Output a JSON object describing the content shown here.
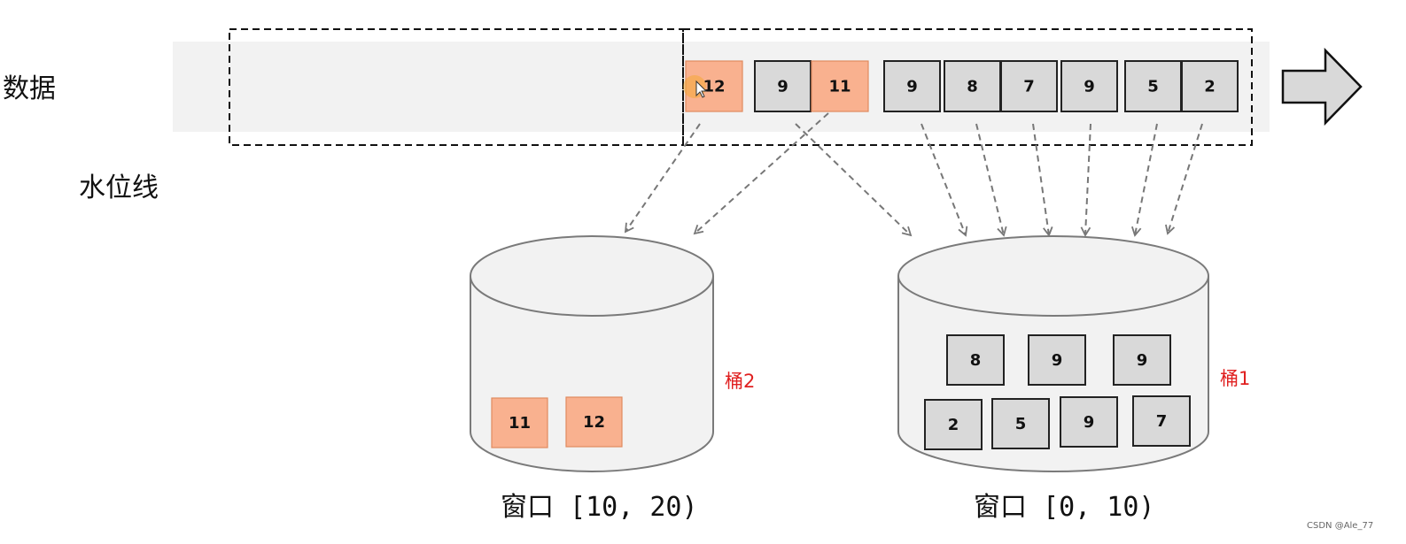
{
  "labels": {
    "data": "数据",
    "watermark_line": "水位线",
    "bucket2": "桶2",
    "bucket1": "桶1",
    "window2": "窗口 [10, 20)",
    "window1": "窗口 [0, 10)",
    "credit": "CSDN @Ale_77"
  },
  "colors": {
    "orange_fill": "#f9b18f",
    "orange_stroke": "#e08a5f",
    "gray_fill": "#d9d9d9",
    "box_stroke": "#222222",
    "stream_band": "#f2f2f2",
    "cylinder_fill": "#f2f2f2",
    "cylinder_stroke": "#7a7a7a",
    "arrow_dash": "#777777",
    "bucket_label": "#e02020"
  },
  "stream": {
    "items": [
      {
        "value": "12",
        "kind": "late"
      },
      {
        "value": "9",
        "kind": "normal"
      },
      {
        "value": "11",
        "kind": "late"
      },
      {
        "value": "9",
        "kind": "normal"
      },
      {
        "value": "8",
        "kind": "normal"
      },
      {
        "value": "7",
        "kind": "normal"
      },
      {
        "value": "9",
        "kind": "normal"
      },
      {
        "value": "5",
        "kind": "normal"
      },
      {
        "value": "2",
        "kind": "normal"
      }
    ]
  },
  "buckets": {
    "bucket2": {
      "items": [
        "11",
        "12"
      ]
    },
    "bucket1": {
      "items": [
        "8",
        "9",
        "9",
        "2",
        "5",
        "9",
        "7"
      ]
    }
  }
}
